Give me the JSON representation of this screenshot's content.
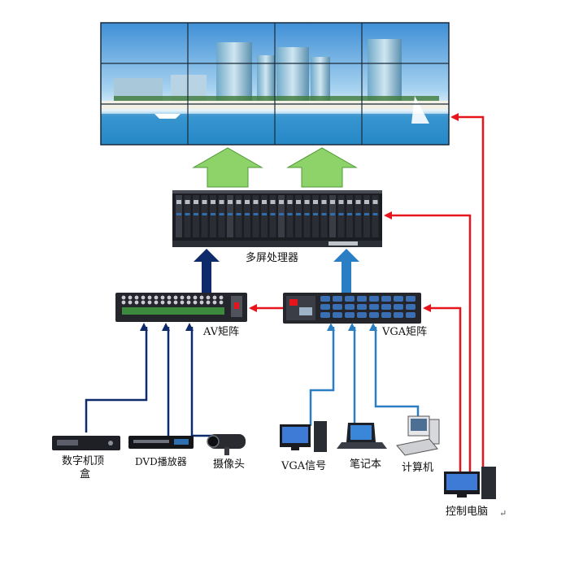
{
  "labels": {
    "processor": "多屏处理器",
    "av_matrix": "AV矩阵",
    "vga_matrix": "VGA矩阵",
    "settop_line1": "数字机顶",
    "settop_line2": "盒",
    "dvd": "DVD播放器",
    "camera": "摄像头",
    "vga_signal": "VGA信号",
    "laptop": "笔记本",
    "computer": "计算机",
    "control_pc": "控制电脑",
    "trailing_mark": "↵"
  },
  "colors": {
    "red_control": "#e8141c",
    "navy_av": "#0d2a6b",
    "blue_vga": "#2a7fc4",
    "green_output": "#8ed26a",
    "device_dark": "#1c1d22"
  },
  "icons": [
    "video-wall",
    "multiscreen-processor",
    "av-matrix",
    "vga-matrix",
    "settop-box",
    "dvd-player",
    "camera",
    "monitor-tower",
    "laptop",
    "desktop-computer",
    "control-computer"
  ]
}
